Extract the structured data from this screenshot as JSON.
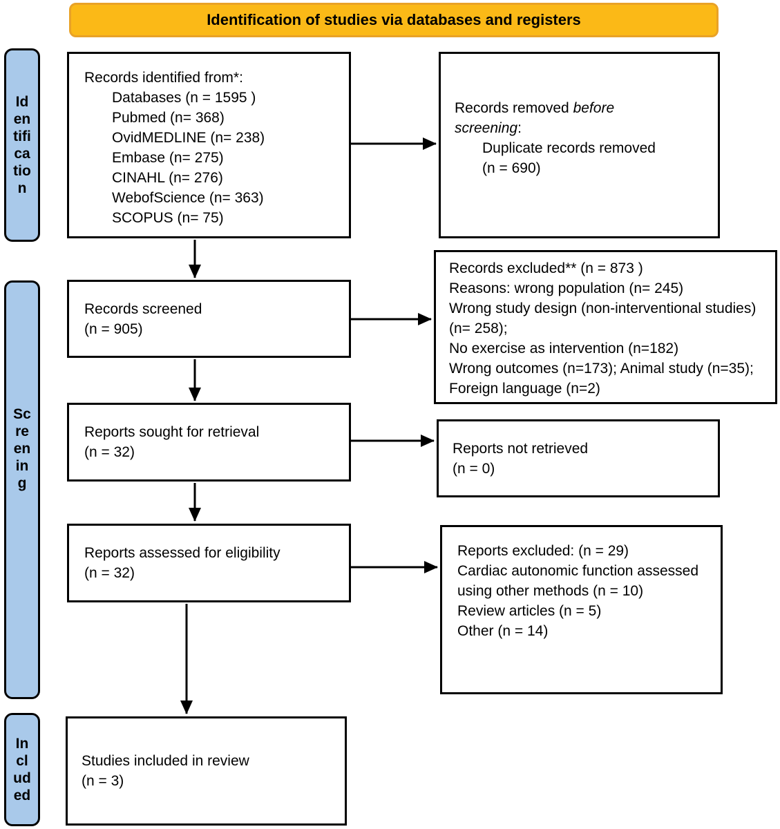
{
  "banner": {
    "title": "Identification of studies via databases and registers"
  },
  "sidebar": {
    "identification": {
      "label": "Identification",
      "lines": [
        "Id",
        "en",
        "tifi",
        "ca",
        "tio",
        "n"
      ]
    },
    "screening": {
      "label": "Screening",
      "lines": [
        "Sc",
        "re",
        "en",
        "in",
        "g"
      ]
    },
    "included": {
      "label": "Included",
      "lines": [
        "In",
        "cl",
        "ud",
        "ed"
      ]
    }
  },
  "boxes": {
    "records_identified": {
      "title": "Records identified from*:",
      "items": [
        "Databases (n = 1595 )",
        "Pubmed (n= 368)",
        "OvidMEDLINE (n= 238)",
        "Embase (n= 275)",
        "CINAHL (n= 276)",
        "WebofScience (n= 363)",
        "SCOPUS (n= 75)"
      ]
    },
    "records_removed": {
      "l1a": "Records removed ",
      "l1b": "before",
      "l2a": "screening",
      "l2b": ":",
      "items": [
        "Duplicate records removed",
        "(n = 690)"
      ]
    },
    "records_screened": {
      "lines": [
        "Records screened",
        "(n = 905)"
      ]
    },
    "records_excluded": {
      "lines": [
        "Records excluded** (n = 873 )",
        "Reasons: wrong population (n= 245)",
        "Wrong study design (non-interventional studies) (n= 258);",
        "No exercise as intervention (n=182)",
        "Wrong outcomes (n=173); Animal study (n=35); Foreign language (n=2)"
      ]
    },
    "reports_sought": {
      "lines": [
        "Reports sought for retrieval",
        "(n = 32)"
      ]
    },
    "reports_not_retrieved": {
      "lines": [
        "Reports not retrieved",
        "(n = 0)"
      ]
    },
    "reports_assessed": {
      "lines": [
        "Reports assessed for eligibility",
        "(n = 32)"
      ]
    },
    "reports_excluded": {
      "lines": [
        "Reports excluded: (n = 29)",
        "Cardiac autonomic function assessed using other methods (n = 10)",
        "Review articles (n = 5)",
        "Other (n = 14)"
      ]
    },
    "studies_included": {
      "lines": [
        "Studies included in review",
        "(n = 3)"
      ]
    }
  },
  "colors": {
    "banner_fill": "#FBB917",
    "banner_border": "#E9A227",
    "sidebar_fill": "#A9C9EA",
    "box_border": "#000000"
  }
}
